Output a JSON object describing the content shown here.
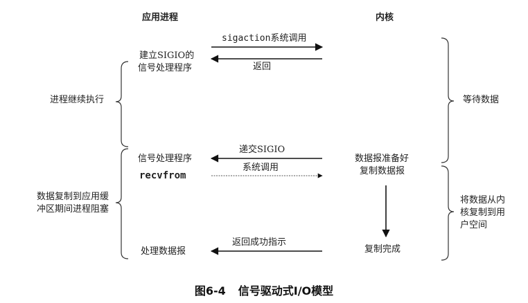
{
  "headers": {
    "app_process": "应用进程",
    "kernel": "内核"
  },
  "arrows": {
    "sigaction_call": "sigaction系统调用",
    "return": "返回",
    "deliver_sigio": "递交SIGIO",
    "syscall": "系统调用",
    "return_success": "返回成功指示"
  },
  "app_side": {
    "setup_sigio_line1": "建立SIGIO的",
    "setup_sigio_line2": "信号处理程序",
    "signal_handler": "信号处理程序",
    "recvfrom": "recvfrom",
    "process_datagram": "处理数据报"
  },
  "kernel_side": {
    "datagram_ready": "数据报准备好",
    "copy_datagram": "复制数据报",
    "copy_complete": "复制完成"
  },
  "left_phases": {
    "process_continues": "进程继续执行",
    "copy_block_line1": "数据复制到应用缓",
    "copy_block_line2": "冲区期间进程阻塞"
  },
  "right_phases": {
    "wait_for_data": "等待数据",
    "copy_line1": "将数据从内",
    "copy_line2": "核复制到用",
    "copy_line3": "户空间"
  },
  "caption": {
    "figure_number": "图6-4",
    "title": "信号驱动式I/O模型"
  }
}
